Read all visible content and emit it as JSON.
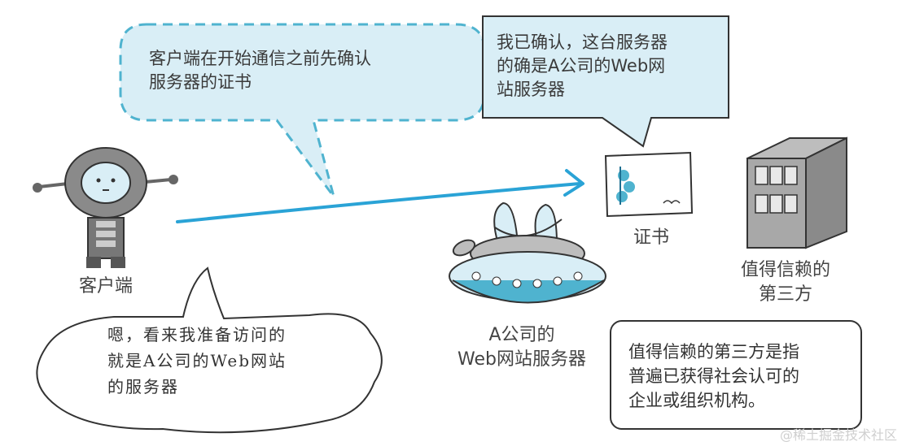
{
  "bubbles": {
    "client_check": "客户端在开始通信之前先确认\n服务器的证书",
    "confirmed": "我已确认，这台服务器\n的确是A公司的Web网\n站服务器",
    "client_thought": "嗯，看来我准备访问的\n就是A公司的Web网站\n的服务器"
  },
  "labels": {
    "client": "客户端",
    "certificate": "证书",
    "third_party": "值得信赖的\n第三方",
    "web_server": "A公司的\nWeb网站服务器"
  },
  "note": {
    "text": "值得信赖的第三方是指\n普遍已获得社会认可的\n企业或组织机构。"
  },
  "watermark": "@稀土掘金技术社区",
  "colors": {
    "bubble_fill": "#d9eef6",
    "bubble_stroke": "#4fb3cf",
    "arrow": "#2aa3d6",
    "robot": "#8a8a8a"
  }
}
